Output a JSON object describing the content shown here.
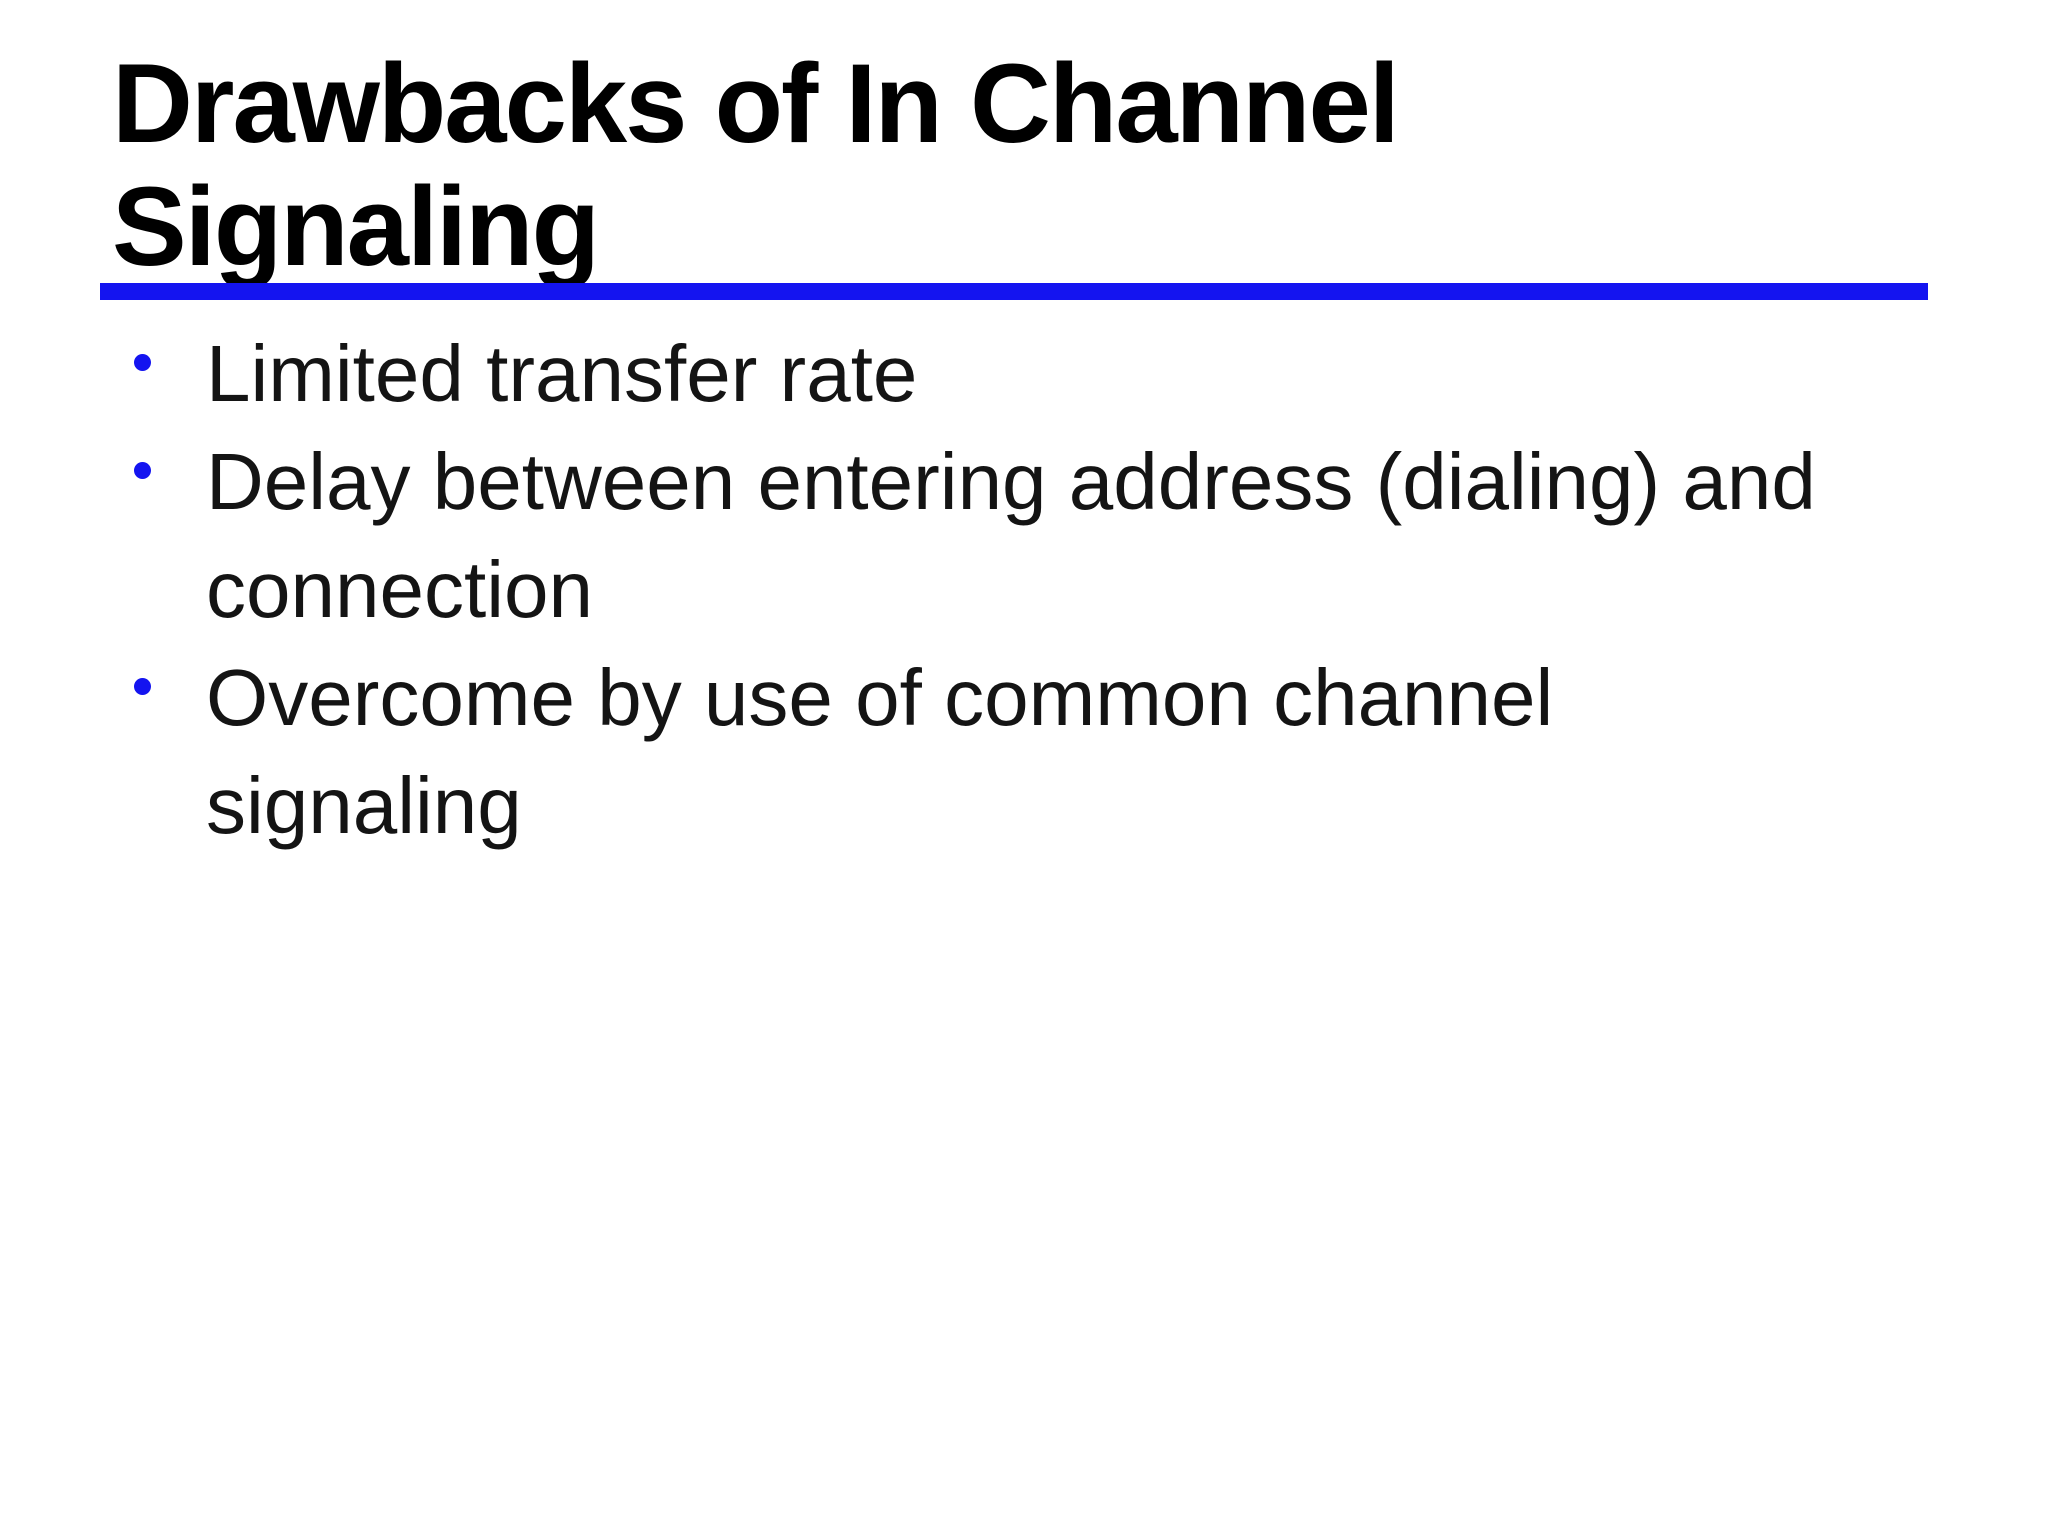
{
  "slide": {
    "title": "Drawbacks of In Channel Signaling",
    "bullets": [
      "Limited transfer rate",
      "Delay between entering address (dialing) and connection",
      "Overcome by use of common channel signaling"
    ]
  },
  "colors": {
    "background": "#FFFFFF",
    "title_text": "#000000",
    "body_text": "#141414",
    "accent": "#1414F0"
  }
}
